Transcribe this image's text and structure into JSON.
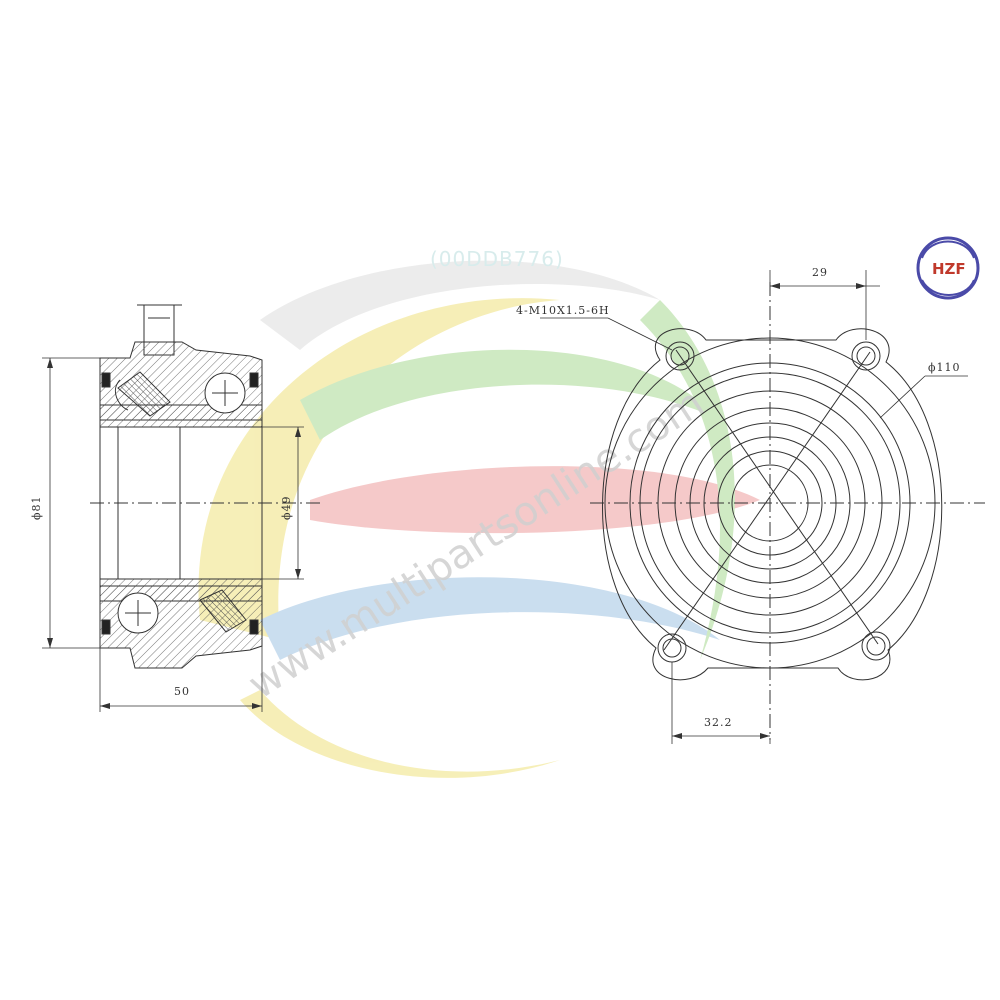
{
  "watermark": {
    "text": "www.multipartsonline.com",
    "colors": {
      "yellow": "#f3e9a0",
      "green": "#bfe3b0",
      "red": "#f2b8b8",
      "blue": "#b9d3ea",
      "gray": "#e6e6e6"
    }
  },
  "ghost_caption": "(00DDB776)",
  "logo": {
    "text": "HZF",
    "color": "#c0392b",
    "ring_color": "#4a4aa8"
  },
  "dimensions": {
    "outer_diameter": "ϕ81",
    "bore_diameter": "ϕ49",
    "width": "50",
    "bolt_spec": "4-M10X1.5-6H",
    "flange_diameter": "ϕ110",
    "top_offset": "29",
    "bottom_offset": "32.2"
  }
}
